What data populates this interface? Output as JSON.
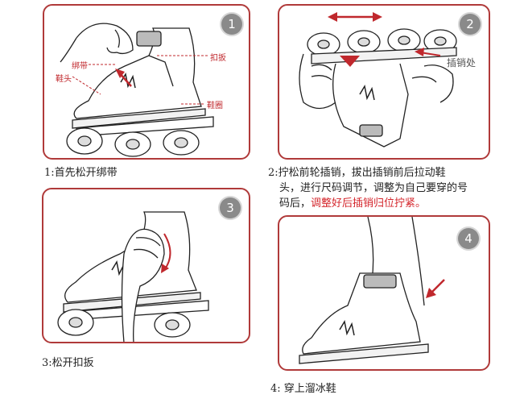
{
  "steps": [
    {
      "number": "1",
      "callouts": {
        "buckle": "扣扳",
        "strap": "绑带",
        "toe": "鞋头",
        "cuff": "鞋圈"
      },
      "caption": "1:首先松开绑带"
    },
    {
      "number": "2",
      "callouts": {
        "pin": "插销处"
      },
      "caption": {
        "line1": "2:拧松前轮插销，拔出插销前后拉动鞋",
        "line2": "头，进行尺码调节，调整为自己要穿的号",
        "line3_normal": "码后，",
        "line3_highlight": "调整好后插销归位拧紧。"
      }
    },
    {
      "number": "3",
      "caption": "3:松开扣扳"
    },
    {
      "number": "4",
      "caption": "4:  穿上溜冰鞋"
    }
  ],
  "colors": {
    "accent": "#c0282d",
    "border": "#b03a3a",
    "badge": "#8a8a8a"
  },
  "icons": [
    "red-arrow-icon",
    "double-arrow-icon",
    "wheel-icon",
    "hand-icon",
    "skate-icon"
  ]
}
